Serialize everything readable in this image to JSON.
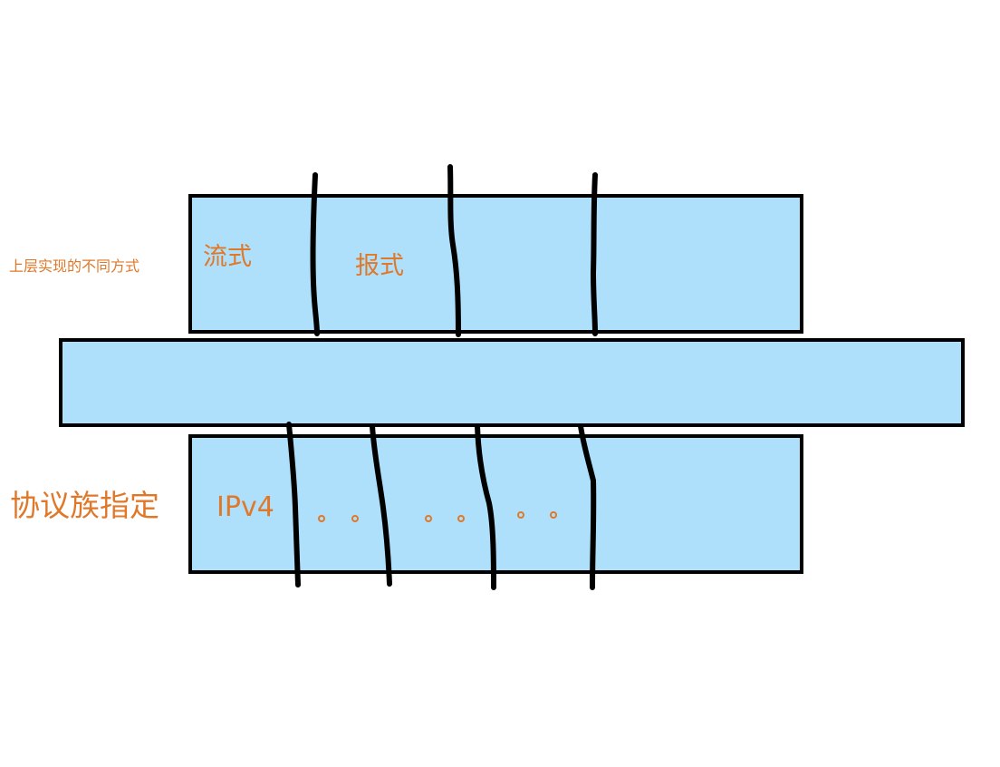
{
  "labels": {
    "upper_side": "上层实现的不同方式",
    "lower_side": "协议族指定",
    "stream": "流式",
    "datagram": "报式",
    "ipv4": "IPv4"
  },
  "colors": {
    "box_fill": "#aee0fb",
    "stroke": "#000000",
    "label": "#e0782a"
  }
}
